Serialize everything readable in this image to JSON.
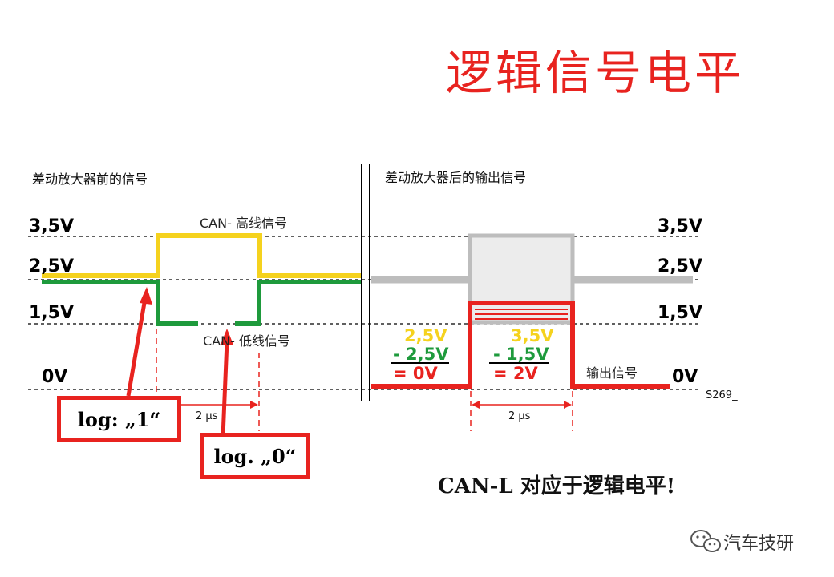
{
  "title": "逻辑信号电平",
  "left_section_title": "差动放大器前的信号",
  "right_section_title": "差动放大器后的输出信号",
  "voltage_labels_left": [
    "3,5V",
    "2,5V",
    "1,5V",
    "0V"
  ],
  "voltage_labels_right": [
    "3,5V",
    "2,5V",
    "1,5V",
    "0V"
  ],
  "can_high_label": "CAN-  高线信号",
  "can_low_label": "CAN-  低线信号",
  "output_label": "输出信号",
  "figure_code": "S269_",
  "time_left": "2 μs",
  "time_right": "2 μs",
  "calc_recessive": {
    "line1": "2,5V",
    "line2": "- 2,5V",
    "line3": "=  0V"
  },
  "calc_dominant": {
    "line1": "3,5V",
    "line2": "-  1,5V",
    "line3": "=  2V"
  },
  "log1_label": "log: „1“",
  "log0_label": "log. „0“",
  "bottom_note": "CAN-L 对应于逻辑电平!",
  "watermark": "汽车技研",
  "colors": {
    "title": "#e8231f",
    "can_high": "#f5d21e",
    "can_low": "#1e9a3c",
    "output": "#e8231f",
    "grey_signal": "#bdbdbd",
    "dominant_box": "#ececec"
  },
  "icons": [
    "wechat-logo-icon"
  ]
}
